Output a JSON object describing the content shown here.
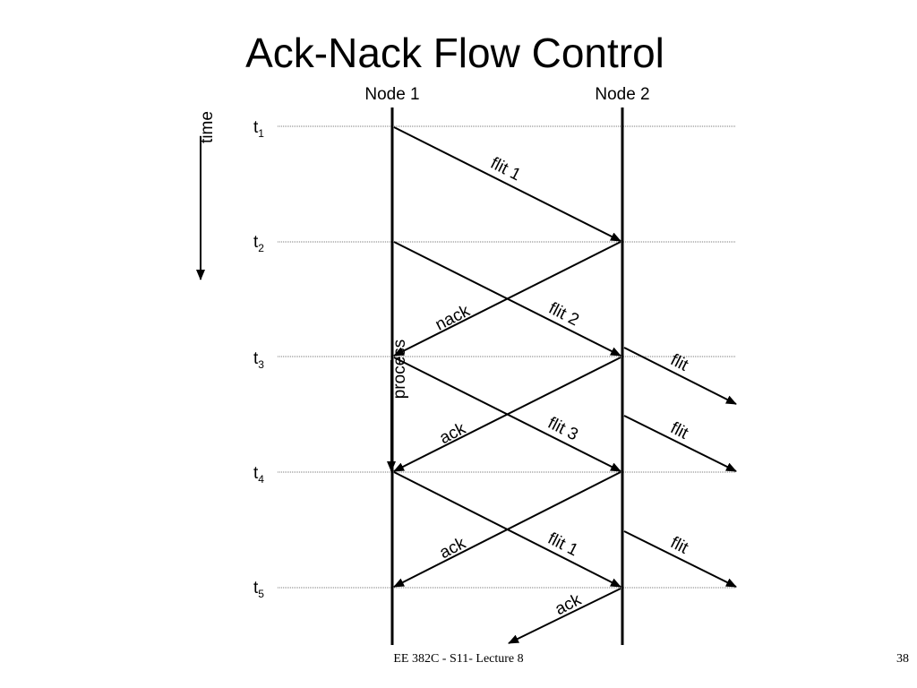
{
  "slide": {
    "title": "Ack-Nack Flow Control",
    "footer": "EE 382C - S11- Lecture 8",
    "page_number": "38"
  },
  "diagram": {
    "nodes": [
      "Node 1",
      "Node 2"
    ],
    "time_axis_label": "time",
    "process_label": "process",
    "time_steps": [
      {
        "base": "t",
        "sub": "1"
      },
      {
        "base": "t",
        "sub": "2"
      },
      {
        "base": "t",
        "sub": "3"
      },
      {
        "base": "t",
        "sub": "4"
      },
      {
        "base": "t",
        "sub": "5"
      }
    ],
    "messages": [
      {
        "label": "flit 1",
        "from": "Node 1",
        "to": "Node 2",
        "sent": "t1",
        "arrives": "t2"
      },
      {
        "label": "flit 2",
        "from": "Node 1",
        "to": "Node 2",
        "sent": "t2",
        "arrives": "t3"
      },
      {
        "label": "nack",
        "from": "Node 2",
        "to": "Node 1",
        "sent": "t2",
        "arrives": "t3"
      },
      {
        "label": "flit 3",
        "from": "Node 1",
        "to": "Node 2",
        "sent": "t3",
        "arrives": "t4"
      },
      {
        "label": "ack",
        "from": "Node 2",
        "to": "Node 1",
        "sent": "t3",
        "arrives": "t4"
      },
      {
        "label": "flit 1",
        "from": "Node 1",
        "to": "Node 2",
        "sent": "t4",
        "arrives": "t5"
      },
      {
        "label": "ack",
        "from": "Node 2",
        "to": "Node 1",
        "sent": "t4",
        "arrives": "t5"
      },
      {
        "label": "ack",
        "from": "Node 2",
        "to": "Node 1",
        "sent": "t5",
        "arrives": ""
      }
    ],
    "forwarded_flits": [
      "flit",
      "flit",
      "flit"
    ]
  }
}
